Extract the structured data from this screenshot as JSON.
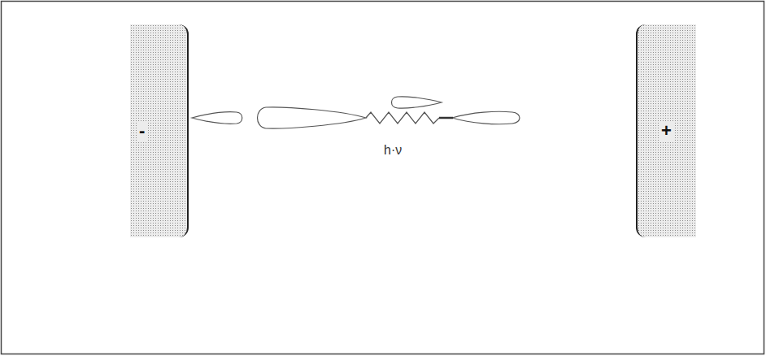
{
  "diagram": {
    "nodes": [
      {
        "text": [
          "-"
        ]
      },
      {
        "text": [
          "+"
        ]
      }
    ],
    "labels": [
      "h·ν"
    ]
  }
}
